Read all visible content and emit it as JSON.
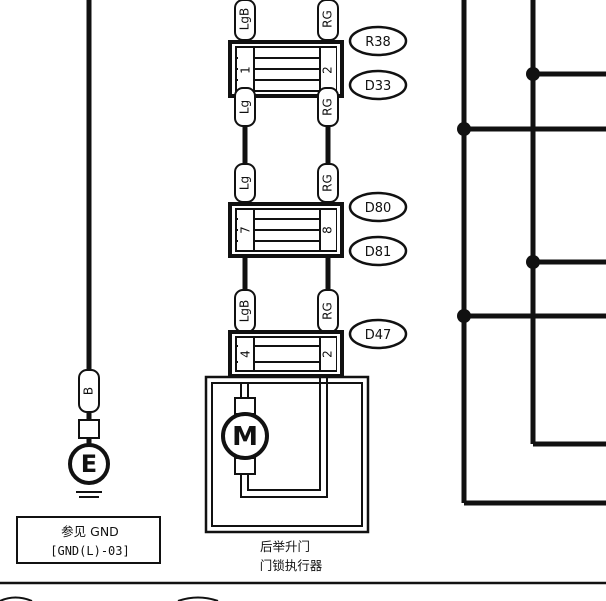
{
  "wire_colors": {
    "lgb_top": "LgB",
    "rg_top": "RG",
    "lg_mid1": "Lg",
    "rg_mid1": "RG",
    "lg_mid2": "Lg",
    "rg_mid2": "RG",
    "lgb_low": "LgB",
    "rg_low": "RG",
    "b_ground": "B"
  },
  "connectors": {
    "r38": "R38",
    "d33": "D33",
    "d80": "D80",
    "d81": "D81",
    "d47": "D47"
  },
  "pins": {
    "r38_left": "1",
    "r38_right": "2",
    "d80_left": "7",
    "d80_right": "8",
    "d47_left": "4",
    "d47_right": "2"
  },
  "ground": {
    "symbol": "E",
    "ref_line1": "参见 GND",
    "ref_line2": "[GND(L)-03]"
  },
  "motor": {
    "symbol": "M",
    "caption_line1": "后举升门",
    "caption_line2": "门锁执行器"
  }
}
